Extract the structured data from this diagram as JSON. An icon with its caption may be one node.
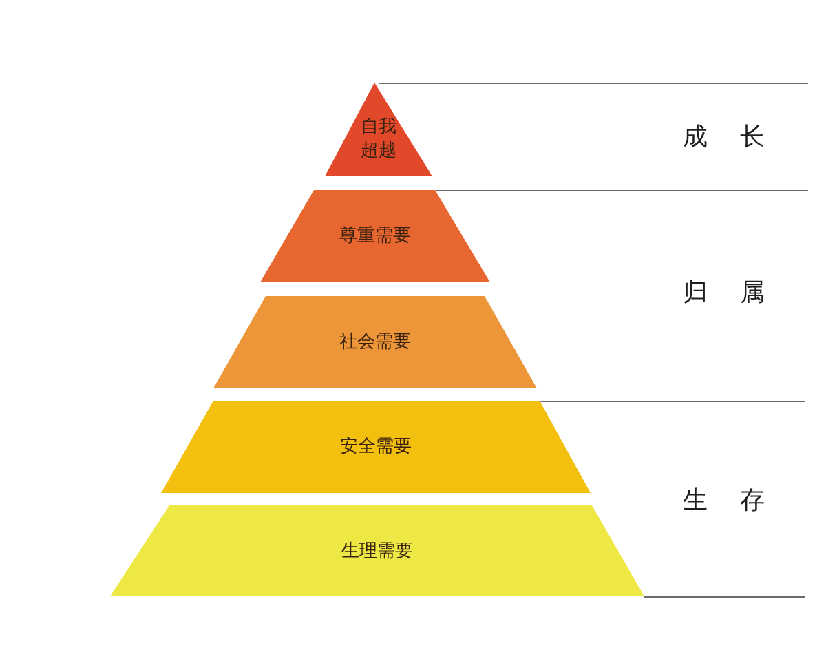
{
  "diagram": {
    "nodes": [
      {
        "text": [
          "自我超越"
        ]
      },
      {
        "text": [
          "尊重需要"
        ]
      },
      {
        "text": [
          "社会需要"
        ]
      },
      {
        "text": [
          "安全需要"
        ]
      },
      {
        "text": [
          "生理需要"
        ]
      }
    ],
    "labels": [
      "成长",
      "归属",
      "生存"
    ]
  }
}
